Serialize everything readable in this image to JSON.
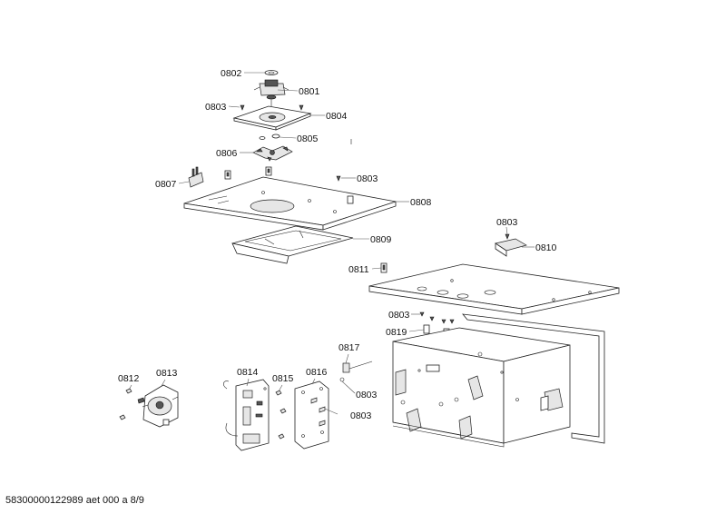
{
  "diagram": {
    "callouts": [
      {
        "id": "c0802",
        "label": "0802"
      },
      {
        "id": "c0801",
        "label": "0801"
      },
      {
        "id": "c0803a",
        "label": "0803"
      },
      {
        "id": "c0804",
        "label": "0804"
      },
      {
        "id": "c0805",
        "label": "0805"
      },
      {
        "id": "c0806",
        "label": "0806"
      },
      {
        "id": "c0803b",
        "label": "0803"
      },
      {
        "id": "c0807",
        "label": "0807"
      },
      {
        "id": "c0808",
        "label": "0808"
      },
      {
        "id": "c0809",
        "label": "0809"
      },
      {
        "id": "c0803c",
        "label": "0803"
      },
      {
        "id": "c0810",
        "label": "0810"
      },
      {
        "id": "c0811",
        "label": "0811"
      },
      {
        "id": "c0803d",
        "label": "0803"
      },
      {
        "id": "c0819",
        "label": "0819"
      },
      {
        "id": "c0817",
        "label": "0817"
      },
      {
        "id": "c0812",
        "label": "0812"
      },
      {
        "id": "c0813",
        "label": "0813"
      },
      {
        "id": "c0814",
        "label": "0814"
      },
      {
        "id": "c0815",
        "label": "0815"
      },
      {
        "id": "c0816",
        "label": "0816"
      },
      {
        "id": "c0803e",
        "label": "0803"
      },
      {
        "id": "c0803f",
        "label": "0803"
      }
    ]
  },
  "footer": {
    "text": "58300000122989 aet 000 a 8/9"
  }
}
